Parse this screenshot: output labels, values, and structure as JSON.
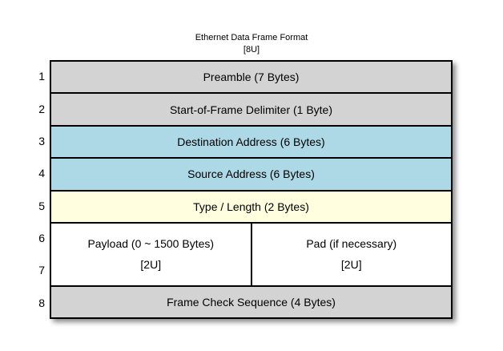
{
  "title": {
    "text": "Ethernet Data Frame Format",
    "unit_label": "[8U]"
  },
  "row_numbers": [
    "1",
    "2",
    "3",
    "4",
    "5",
    "6",
    "7",
    "8"
  ],
  "fields": [
    {
      "label": "Preamble (7 Bytes)"
    },
    {
      "label": "Start-of-Frame Delimiter (1 Byte)"
    },
    {
      "label": "Destination Address (6 Bytes)"
    },
    {
      "label": "Source Address (6 Bytes)"
    },
    {
      "label": "Type / Length (2 Bytes)"
    },
    {
      "label": "Payload (0 ~ 1500 Bytes)",
      "sublabel": "[2U]"
    },
    {
      "label": "Pad (if necessary)",
      "sublabel": "[2U]"
    },
    {
      "label": "Frame Check Sequence (4 Bytes)"
    }
  ],
  "colors": {
    "gray": "#d3d3d3",
    "blue": "#add8e6",
    "yellow": "#ffffe0",
    "white": "#ffffff",
    "border": "#000000"
  }
}
